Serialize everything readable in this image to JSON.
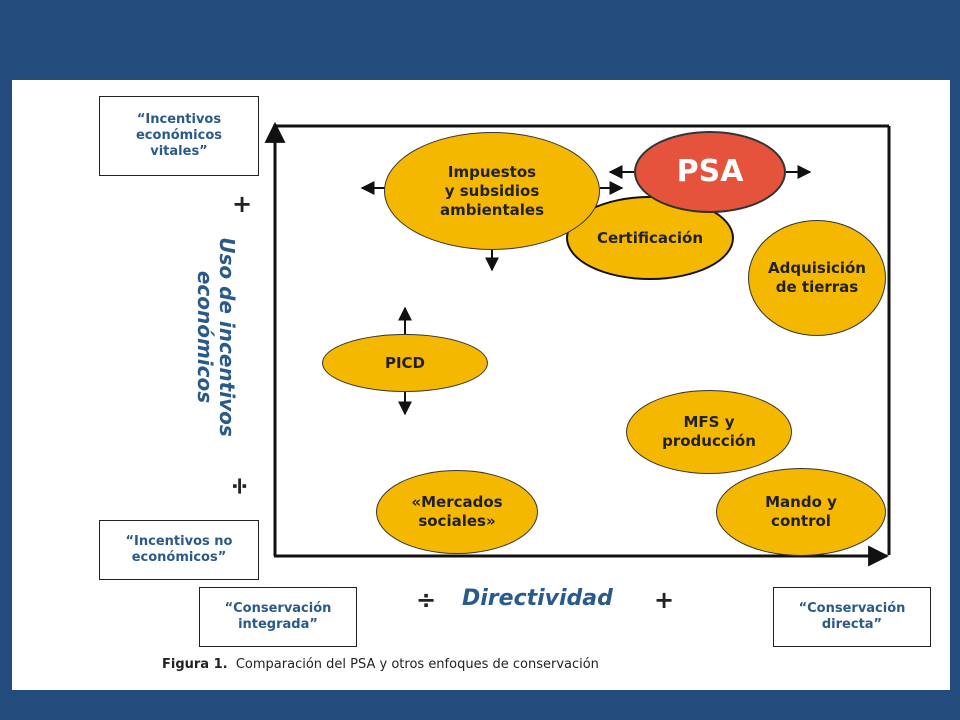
{
  "corner_boxes": {
    "top_left": "“Incentivos\neconómicos\nvitales”",
    "bottom_left": "“Incentivos no\neconómicos”",
    "x_left": "“Conservación\nintegrada”",
    "x_right": "“Conservación\ndirecta”"
  },
  "y_axis": {
    "label": "Uso de incentivos económicos",
    "plus": "+",
    "minus": "÷"
  },
  "x_axis": {
    "label": "Directividad",
    "plus": "+",
    "minus": "÷"
  },
  "nodes": {
    "impuestos": "Impuestos\ny subsidios\nambientales",
    "psa": "PSA",
    "certificacion": "Certificación",
    "adquisicion": "Adquisición\nde tierras",
    "picd": "PICD",
    "mfs": "MFS y\nproducción",
    "mercados": "«Mercados\nsociales»",
    "mando": "Mando y\ncontrol"
  },
  "caption": {
    "prefix": "Figura 1.",
    "text": "Comparación del PSA y otros enfoques de conservación"
  },
  "colors": {
    "background": "#234b7c",
    "ellipse_fill": "#f5b800",
    "psa_fill": "#e5533c",
    "label_blue": "#2a5a8a"
  }
}
